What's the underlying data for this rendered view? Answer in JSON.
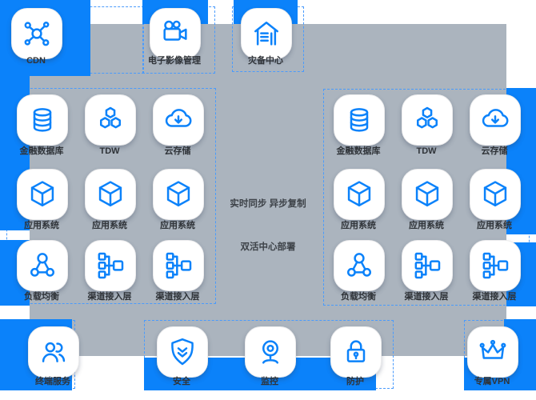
{
  "colors": {
    "accent_blue": "#0b82fa",
    "panel_gray": "#abb4be",
    "dashed_border_blue": "#4a9bfc",
    "label_text": "#2f3338"
  },
  "top_row": [
    {
      "label": "CDN",
      "icon": "cdn-network-icon"
    },
    {
      "label": "电子影像管理",
      "icon": "video-camera-icon"
    },
    {
      "label": "灾备中心",
      "icon": "disaster-recovery-center-icon"
    }
  ],
  "left_group": {
    "rows": [
      {
        "items": [
          {
            "label": "金融数据库",
            "icon": "database-icon"
          },
          {
            "label": "TDW",
            "icon": "hexagon-cluster-icon"
          },
          {
            "label": "云存储",
            "icon": "cloud-download-icon"
          }
        ]
      },
      {
        "items": [
          {
            "label": "应用系统",
            "icon": "cube-icon"
          },
          {
            "label": "应用系统",
            "icon": "cube-icon"
          },
          {
            "label": "应用系统",
            "icon": "cube-icon"
          }
        ]
      },
      {
        "items": [
          {
            "label": "负载均衡",
            "icon": "load-balancer-icon"
          },
          {
            "label": "渠道接入层",
            "icon": "channel-access-icon"
          },
          {
            "label": "渠道接入层",
            "icon": "channel-access-icon"
          }
        ]
      }
    ]
  },
  "right_group": {
    "rows": [
      {
        "items": [
          {
            "label": "金融数据库",
            "icon": "database-icon"
          },
          {
            "label": "TDW",
            "icon": "hexagon-cluster-icon"
          },
          {
            "label": "云存储",
            "icon": "cloud-download-icon"
          }
        ]
      },
      {
        "items": [
          {
            "label": "应用系统",
            "icon": "cube-icon"
          },
          {
            "label": "应用系统",
            "icon": "cube-icon"
          },
          {
            "label": "应用系统",
            "icon": "cube-icon"
          }
        ]
      },
      {
        "items": [
          {
            "label": "负载均衡",
            "icon": "load-balancer-icon"
          },
          {
            "label": "渠道接入层",
            "icon": "channel-access-icon"
          },
          {
            "label": "渠道接入层",
            "icon": "channel-access-icon"
          }
        ]
      }
    ]
  },
  "center": {
    "line1": "实时同步 异步复制",
    "line2": "双活中心部署"
  },
  "bottom_row": [
    {
      "label": "终端服务",
      "icon": "users-icon"
    },
    {
      "label": "安全",
      "icon": "shield-icon"
    },
    {
      "label": "监控",
      "icon": "webcam-icon"
    },
    {
      "label": "防护",
      "icon": "lock-icon"
    },
    {
      "label": "专属VPN",
      "icon": "crown-icon"
    }
  ]
}
